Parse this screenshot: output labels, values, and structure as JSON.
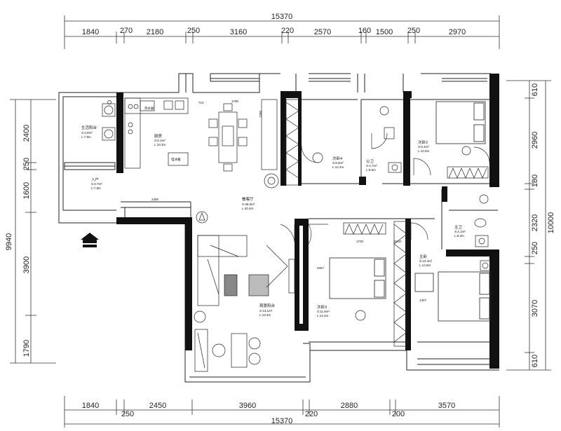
{
  "dimensions": {
    "top_total": "15370",
    "top_segments": [
      "1840",
      "270",
      "2180",
      "250",
      "3160",
      "220",
      "2570",
      "160",
      "1500",
      "250",
      "2970"
    ],
    "bottom_total": "15370",
    "bottom_segments": [
      "1840",
      "250",
      "2450",
      "3960",
      "220",
      "2880",
      "200",
      "3570"
    ],
    "left_total": "9940",
    "left_segments": [
      "2400",
      "250",
      "1600",
      "3900",
      "1790"
    ],
    "right_total": "10000",
    "right_segments": [
      "610",
      "2960",
      "180",
      "2320",
      "250",
      "3070",
      "610"
    ]
  },
  "rooms": {
    "balcony": {
      "name": "生活阳台",
      "area": "S:3.9m²",
      "perim": "L:7.9m"
    },
    "kitchen": {
      "name": "厨房",
      "area": "S:8.1m²",
      "perim": "L:10.3m"
    },
    "fridge": "电冰箱",
    "water_heater": "热水器",
    "entry": {
      "name": "入户",
      "area": "S:3.7m²",
      "perim": "L:7.8m"
    },
    "dining_living": {
      "name": "餐客厅",
      "area": "S:36.9m²",
      "perim": "L:40.4m"
    },
    "living_balcony": {
      "name": "观景阳台",
      "area": "S:13.1m²",
      "perim": "L:13.4m"
    },
    "bedroom4": {
      "name": "次卧4",
      "area": "S:9.6m²",
      "perim": "L:12.4m"
    },
    "public_bath": {
      "name": "公卫",
      "area": "S:4.7m²",
      "perim": "L:8.6m"
    },
    "bedroom2": {
      "name": "次卧2",
      "area": "S:9.4m²",
      "perim": "L:12.6m"
    },
    "bedroom3": {
      "name": "次卧3",
      "area": "S:11.9m²",
      "perim": "L:14.4m"
    },
    "master_bath": {
      "name": "主卫",
      "area": "S:4.1m²",
      "perim": "L:8.2m"
    },
    "master": {
      "name": "主卧",
      "area": "S:13.4m²",
      "perim": "L:14.6m"
    }
  },
  "small_dims": {
    "d1": "1750",
    "d2": "710",
    "d3": "2400",
    "d4": "1700",
    "d5": "3100",
    "d6": "1280",
    "d7": "2057",
    "d8": "1307"
  }
}
